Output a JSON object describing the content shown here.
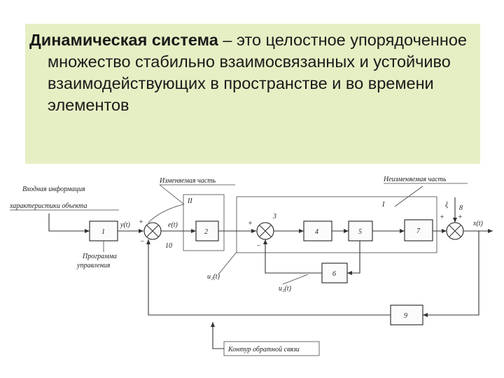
{
  "definition": {
    "term": "Динамическая система",
    "dash": " – ",
    "text": "это целостное упорядоченное множество стабильно взаимосвязанных и устойчиво взаимодействующих в пространстве и во времени элементов"
  },
  "diagram": {
    "input_info": "Входная информация",
    "object_chars": "характеристики объекта",
    "changeable_part": "Изменяемая часть",
    "unchangeable_part": "Неизменяемая часть",
    "program_control": [
      "Программа",
      "управления"
    ],
    "feedback_loop": "Контур обратной связи",
    "roman_2": "II",
    "roman_1": "I",
    "blocks": [
      "1",
      "2",
      "4",
      "5",
      "6",
      "7",
      "9"
    ],
    "summer_labels": [
      "3",
      "8",
      "10"
    ],
    "signals": {
      "y": "y(t)",
      "e": "e(t)",
      "x": "x(t)",
      "u1": "u₁(t)",
      "u2": "u₂(t)",
      "xi": "ξ"
    },
    "signs": [
      "+",
      "−",
      "+",
      "−",
      "+",
      "+"
    ]
  }
}
